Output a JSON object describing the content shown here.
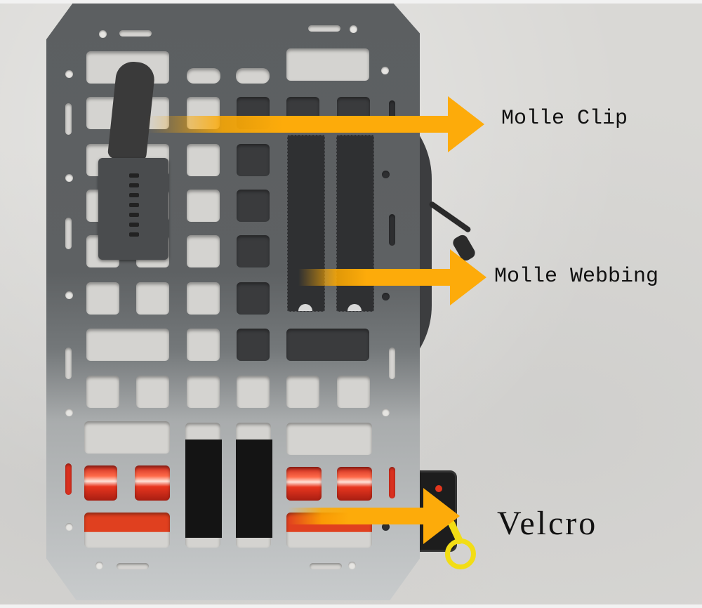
{
  "image": {
    "description": "Product photo of a MOLLE panel plate with attached gear and annotated arrows",
    "colors": {
      "arrow": "#fdab0a",
      "plate_dark": "#5c5f61",
      "plate_light": "#c8cbcc",
      "background": "#d9d8d5",
      "extinguisher_red": "#e8361f",
      "pin_yellow": "#f2dd15",
      "label_text": "#111111"
    }
  },
  "annotations": [
    {
      "label": "Molle Clip",
      "target": "molle-clip"
    },
    {
      "label": "Molle Webbing",
      "target": "molle-webbing-straps"
    },
    {
      "label": "Velcro",
      "target": "velcro-straps"
    }
  ]
}
